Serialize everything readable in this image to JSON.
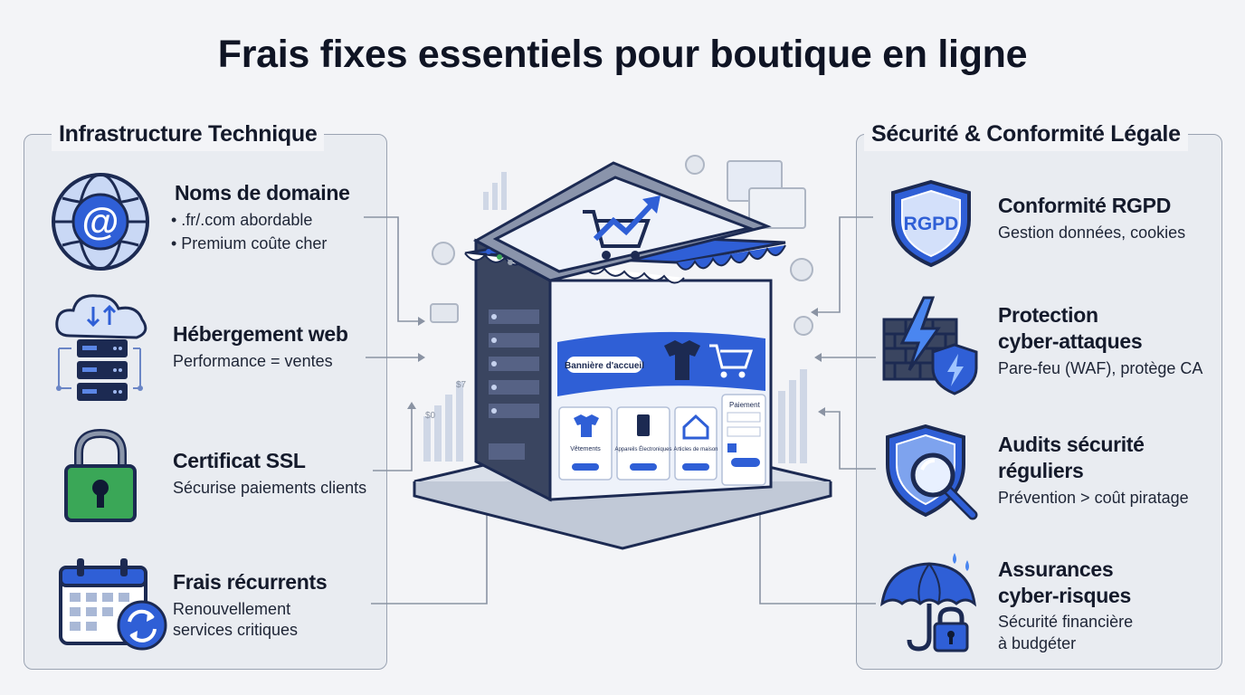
{
  "title": "Frais fixes essentiels pour boutique en ligne",
  "left_panel": {
    "title": "Infrastructure Technique",
    "items": [
      {
        "icon": "at-globe-icon",
        "heading": "Noms de domaine",
        "lines": [
          "• .fr/.com abordable",
          "• Premium coûte cher"
        ]
      },
      {
        "icon": "cloud-server-icon",
        "heading": "Hébergement web",
        "lines": [
          "Performance = ventes"
        ]
      },
      {
        "icon": "padlock-icon",
        "heading": "Certificat SSL",
        "lines": [
          "Sécurise paiements clients"
        ]
      },
      {
        "icon": "calendar-refresh-icon",
        "heading": "Frais récurrents",
        "lines": [
          "Renouvellement",
          "services critiques"
        ]
      }
    ]
  },
  "right_panel": {
    "title": "Sécurité & Conformité Légale",
    "items": [
      {
        "icon": "rgpd-shield-icon",
        "icon_text": "RGPD",
        "heading_lines": [
          "Conformité RGPD"
        ],
        "lines": [
          "Gestion données, cookies"
        ]
      },
      {
        "icon": "firewall-lightning-icon",
        "heading_lines": [
          "Protection",
          "cyber-attaques"
        ],
        "lines": [
          "Pare-feu (WAF), protège CA"
        ]
      },
      {
        "icon": "shield-magnifier-icon",
        "heading_lines": [
          "Audits sécurité",
          "réguliers"
        ],
        "lines": [
          "Prévention > coût piratage"
        ]
      },
      {
        "icon": "umbrella-lock-icon",
        "heading_lines": [
          "Assurances",
          "cyber-risques"
        ],
        "lines": [
          "Sécurité financière",
          "à budgéter"
        ]
      }
    ]
  },
  "center": {
    "banner_text": "Bannière d'accueil",
    "payment_text": "Paiement",
    "products": [
      "Vêtements",
      "Appareils Électroniques",
      "Articles de maison"
    ],
    "price_a": "$7",
    "price_b": "$0"
  },
  "colors": {
    "accent": "#2f5fd6",
    "dark": "#1c2a52",
    "green": "#3aa757",
    "panel_bg": "#e9ecf1"
  }
}
